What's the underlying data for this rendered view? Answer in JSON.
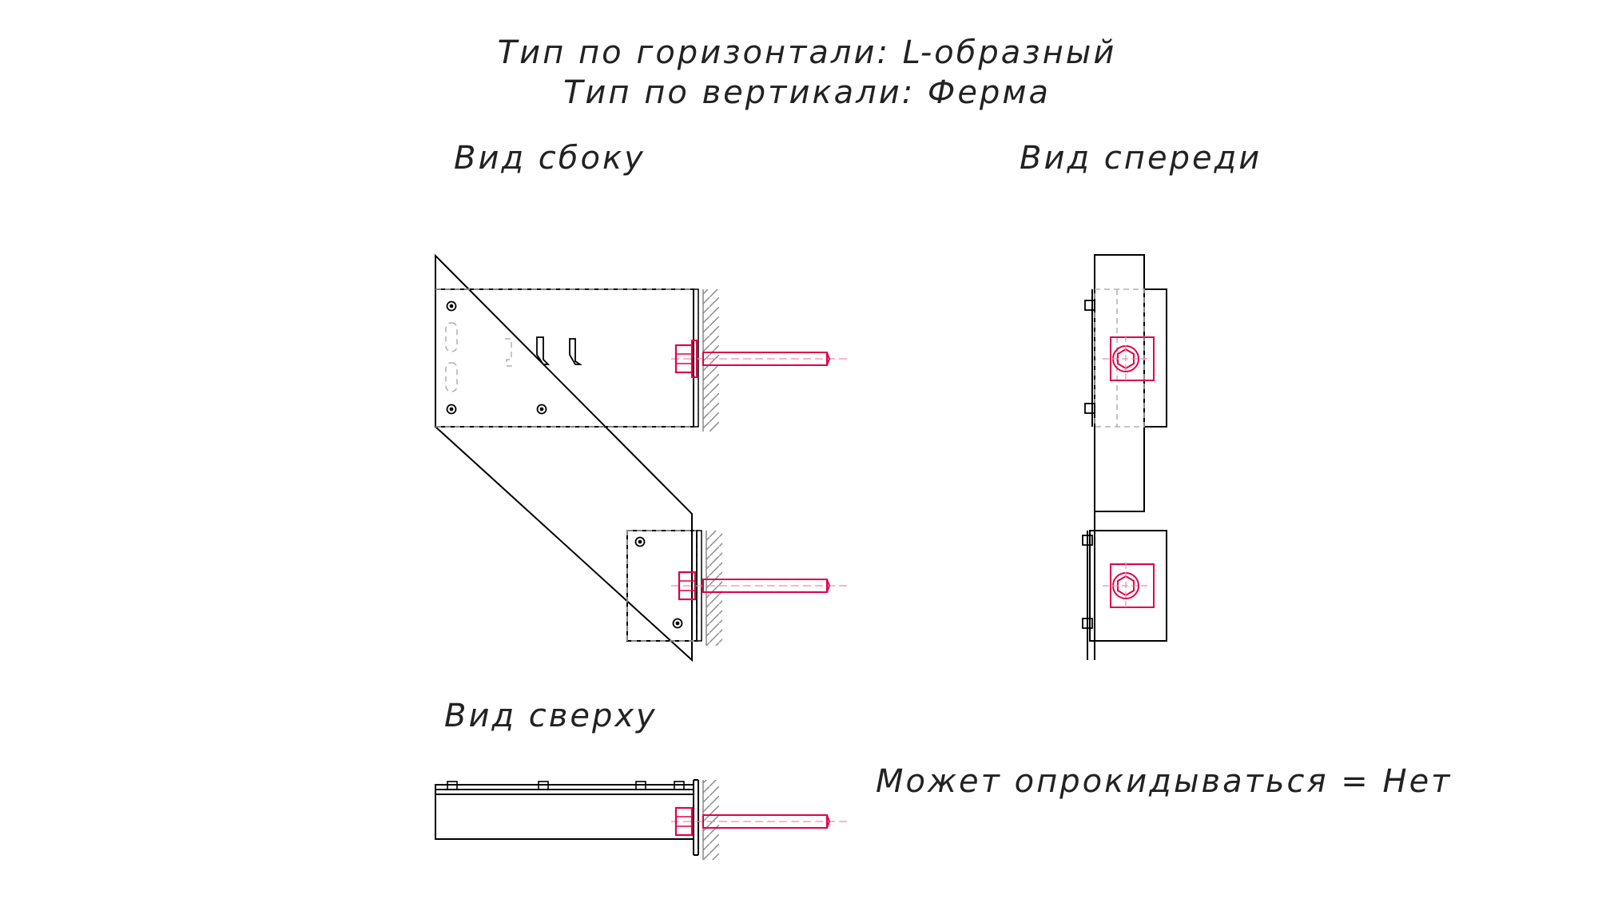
{
  "title": {
    "horizontal_type": "Тип по горизонтали: L-образный",
    "vertical_type": "Тип по вертикали: Ферма"
  },
  "views": {
    "side": "Вид сбоку",
    "front": "Вид спереди",
    "top": "Вид сверху"
  },
  "note": "Может опрокидываться = Нет",
  "colors": {
    "outline": "#000000",
    "hidden": "#b0b0b0",
    "anchor": "#e0004a",
    "anchor_dash": "#f28aa8",
    "wall_hatch": "#888888"
  }
}
